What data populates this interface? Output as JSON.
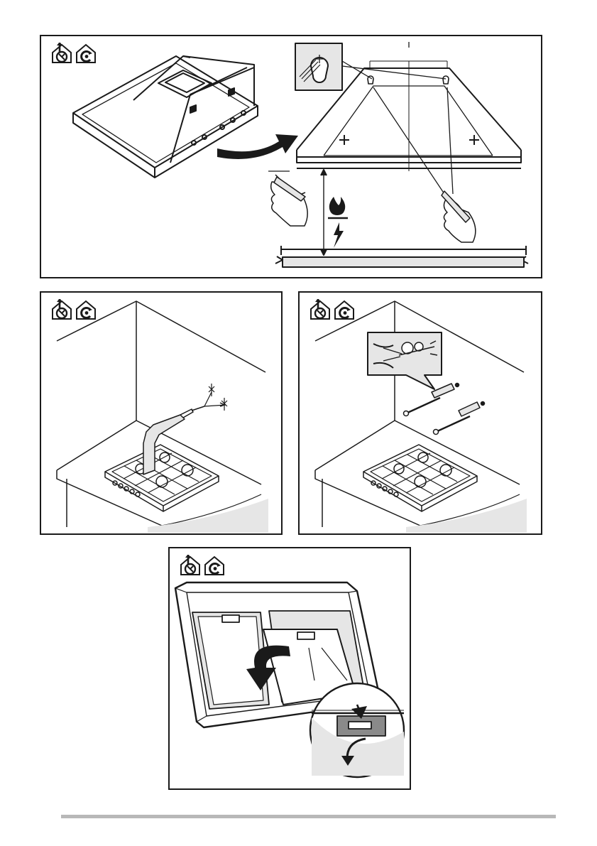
{
  "page": {
    "steps": [
      {
        "id": "mark-holes",
        "mode_icons": [
          "ducted-mode-icon",
          "recirculation-mode-icon"
        ]
      },
      {
        "id": "drill-holes",
        "mode_icons": [
          "ducted-mode-icon",
          "recirculation-mode-icon"
        ]
      },
      {
        "id": "fit-plugs",
        "mode_icons": [
          "ducted-mode-icon",
          "recirculation-mode-icon"
        ]
      },
      {
        "id": "remove-filters",
        "mode_icons": [
          "ducted-mode-icon",
          "recirculation-mode-icon"
        ]
      }
    ],
    "hazard_icons": [
      "gas-flame-icon",
      "electric-bolt-icon"
    ],
    "colors": {
      "line": "#1a1a1a",
      "shade": "#e6e6e6",
      "footer_rule": "#b8b8b8"
    }
  }
}
